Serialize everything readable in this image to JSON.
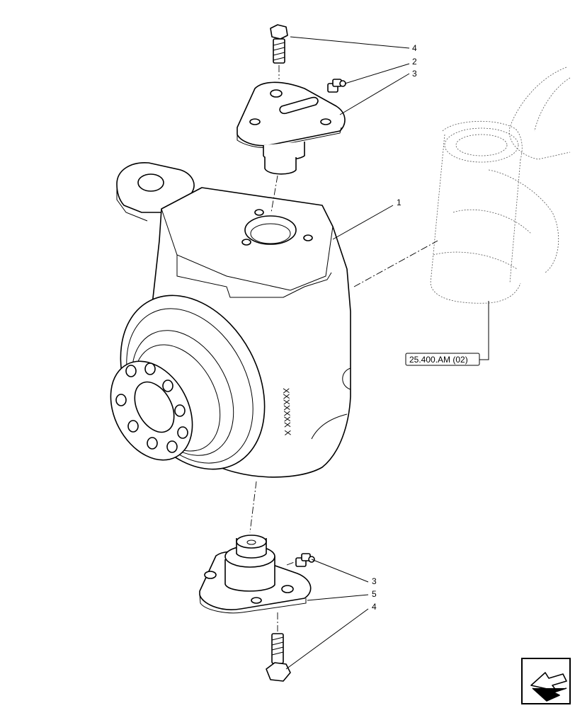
{
  "callouts": {
    "c1": "1",
    "c2": "2",
    "c3_top": "3",
    "c4_top": "4",
    "c3_bottom": "3",
    "c5": "5",
    "c4_bottom": "4"
  },
  "reference_label": "25.400.AM (02)",
  "casting_mark": "XXXXXXX  X",
  "icons": {
    "navigation": "return-arrow-icon"
  }
}
